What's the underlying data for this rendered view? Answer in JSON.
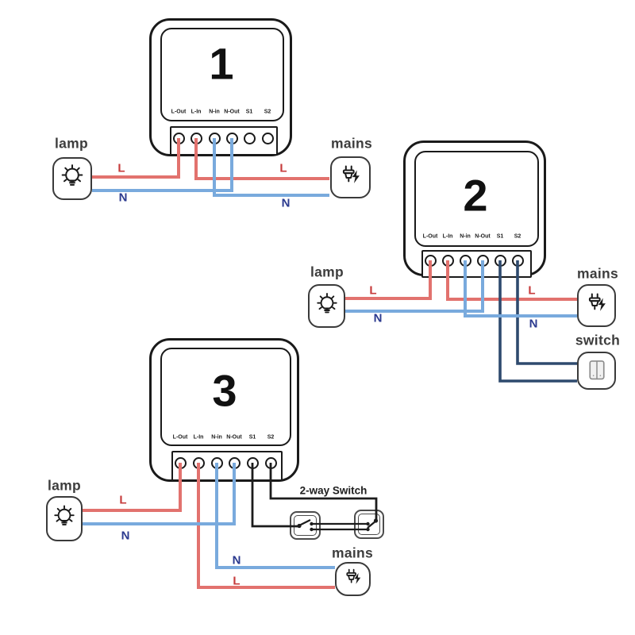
{
  "terminals": [
    "L-Out",
    "L-In",
    "N-in",
    "N-Out",
    "S1",
    "S2"
  ],
  "modules": [
    {
      "number": "1"
    },
    {
      "number": "2"
    },
    {
      "number": "3"
    }
  ],
  "labels": {
    "lamp": "lamp",
    "mains": "mains",
    "switch": "switch",
    "two_way_switch": "2-way Switch",
    "live": "L",
    "neutral": "N"
  },
  "colors": {
    "live_wire": "#e2726e",
    "neutral_wire": "#79aadd",
    "switch_wire": "#2e4a6e",
    "plain_wire": "#1c1c1c",
    "live_label": "#c63b3b",
    "neutral_label": "#2b3a8f",
    "outline": "#1a1a1a",
    "device_outline": "#3a3a3a",
    "text": "#3d3d3d"
  }
}
